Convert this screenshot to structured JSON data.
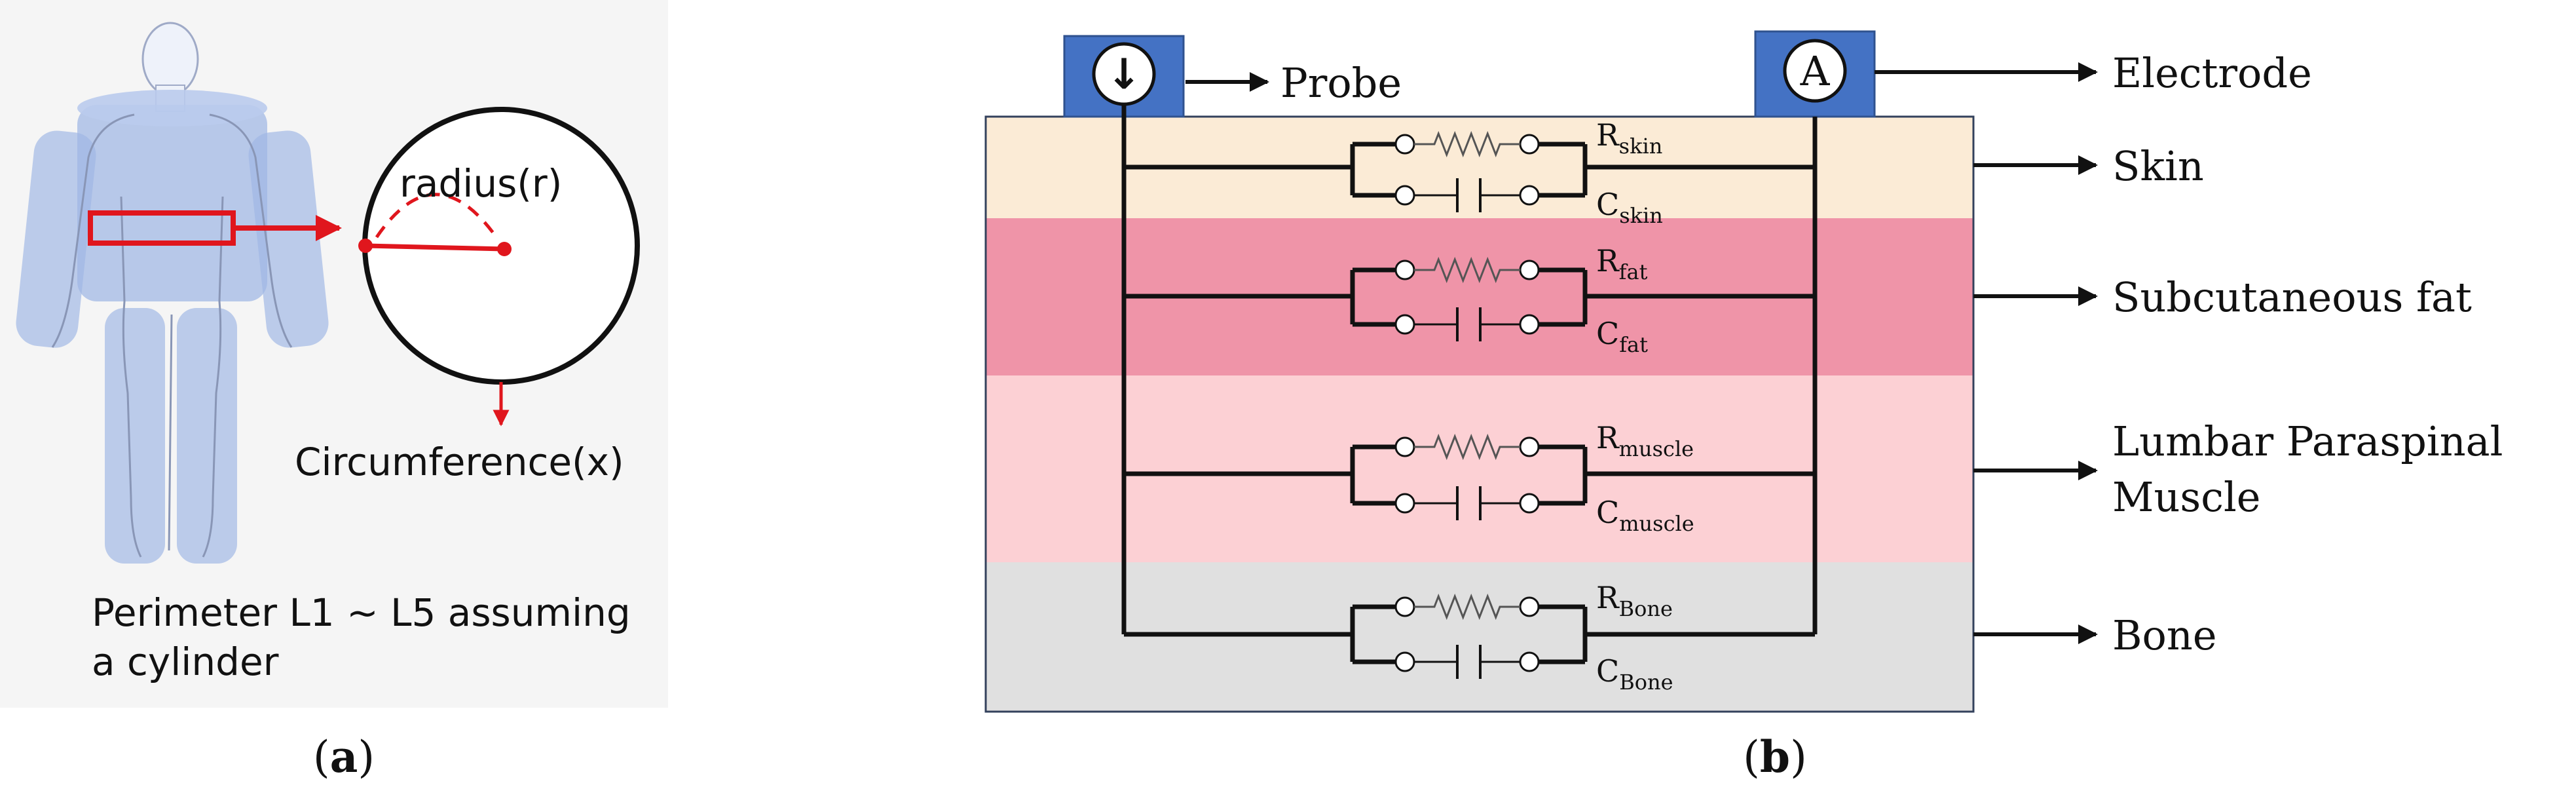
{
  "panel_a": {
    "radius_label": "radius(r)",
    "circumference_label": "Circumference(x)",
    "description_line1": "Perimeter L1 ~ L5 assuming",
    "description_line2": "a cylinder",
    "caption_open": "(",
    "caption_letter": "a",
    "caption_close": ")"
  },
  "panel_b": {
    "probe_symbol": "↓",
    "electrode_symbol": "A",
    "probe_label": "Probe",
    "electrode_label": "Electrode",
    "layers": [
      {
        "label_line1": "Skin",
        "label_line2": "",
        "color": "#fbebd6",
        "r_main": "R",
        "r_sub": "skin",
        "c_main": "C",
        "c_sub": "skin"
      },
      {
        "label_line1": "Subcutaneous fat",
        "label_line2": "",
        "color": "#ef94a8",
        "r_main": "R",
        "r_sub": "fat",
        "c_main": "C",
        "c_sub": "fat"
      },
      {
        "label_line1": "Lumbar Paraspinal",
        "label_line2": "Muscle",
        "color": "#fcd0d4",
        "r_main": "R",
        "r_sub": "muscle",
        "c_main": "C",
        "c_sub": "muscle"
      },
      {
        "label_line1": "Bone",
        "label_line2": "",
        "color": "#e0e0e0",
        "r_main": "R",
        "r_sub": "Bone",
        "c_main": "C",
        "c_sub": "Bone"
      }
    ],
    "caption_open": "(",
    "caption_letter": "b",
    "caption_close": ")"
  },
  "colors": {
    "accent_red": "#e0161d",
    "terminal_blue": "#4472c4",
    "body_blue": "#9db5e4"
  }
}
